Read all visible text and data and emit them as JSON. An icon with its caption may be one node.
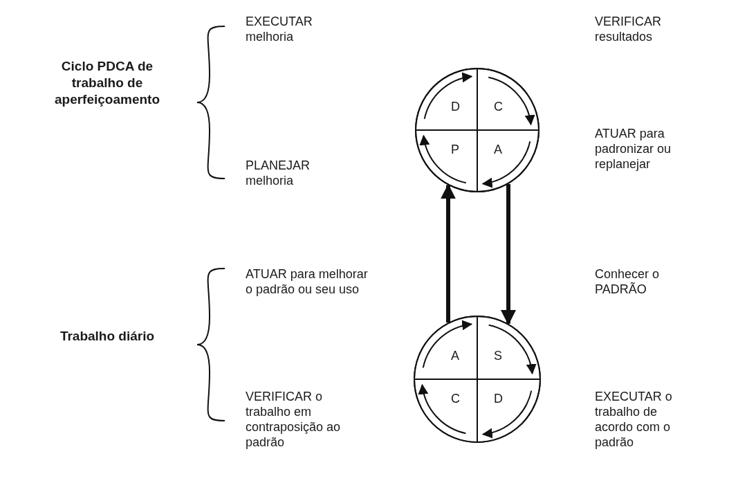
{
  "diagram": {
    "nodes": [
      {
        "text": [],
        "shape": "circle"
      },
      {
        "text": [
          "D"
        ],
        "in": 0
      },
      {
        "text": [
          "C"
        ],
        "in": 0
      },
      {
        "text": [
          "P"
        ],
        "in": 0
      },
      {
        "text": [
          "A"
        ],
        "in": 0
      },
      {
        "text": [],
        "shape": "circle"
      },
      {
        "text": [
          "A"
        ],
        "in": 5
      },
      {
        "text": [
          "S"
        ],
        "in": 5
      },
      {
        "text": [
          "C"
        ],
        "in": 5
      },
      {
        "text": [
          "D"
        ],
        "in": 5
      }
    ],
    "edges": [
      {
        "from": 4,
        "to": 7,
        "arrow": "to",
        "style": "thick"
      },
      {
        "from": 6,
        "to": 3,
        "arrow": "to",
        "style": "thick"
      },
      {
        "from": 1,
        "to": 2,
        "arrow": "to"
      },
      {
        "from": 2,
        "to": 4,
        "arrow": "to"
      },
      {
        "from": 4,
        "to": 3,
        "arrow": "to"
      },
      {
        "from": 3,
        "to": 1,
        "arrow": "to"
      },
      {
        "from": 6,
        "to": 7,
        "arrow": "to"
      },
      {
        "from": 7,
        "to": 9,
        "arrow": "to"
      },
      {
        "from": 9,
        "to": 8,
        "arrow": "to"
      },
      {
        "from": 8,
        "to": 6,
        "arrow": "to"
      }
    ],
    "labels": [
      "EXECUTAR melhoria",
      "VERIFICAR resultados",
      "Ciclo PDCA de trabalho de aperfeiçoamento",
      "PLANEJAR melhoria",
      "ATUAR para padronizar ou replanejar",
      "ATUAR para melhorar o padrão ou seu uso",
      "Conhecer o PADRÃO",
      "Trabalho diário",
      "VERIFICAR o trabalho em contraposição ao padrão",
      "EXECUTAR o trabalho de acordo com o padrão"
    ]
  }
}
